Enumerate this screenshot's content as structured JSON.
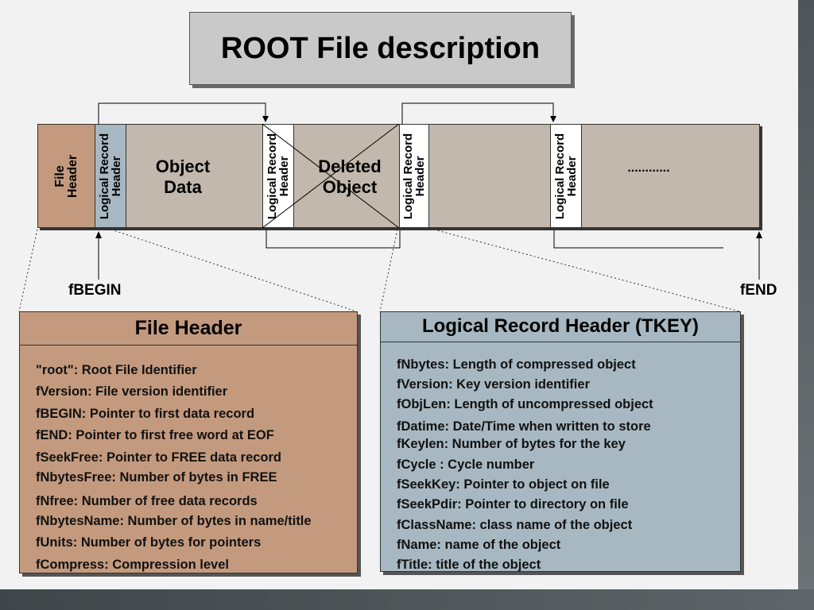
{
  "title": "ROOT File description",
  "segments": {
    "file_header": {
      "line1": "File",
      "line2": "Header"
    },
    "lrh_1": {
      "line1": "Logical Record",
      "line2": "Header"
    },
    "object_data": {
      "line1": "Object",
      "line2": "Data"
    },
    "lrh_2": {
      "line1": "Logical Record",
      "line2": "Header"
    },
    "deleted_object": {
      "line1": "Deleted",
      "line2": "Object"
    },
    "lrh_3": {
      "line1": "Logical Record",
      "line2": "Header"
    },
    "lrh_4": {
      "line1": "Logical Record",
      "line2": "Header"
    },
    "ellipsis": "............"
  },
  "pointers": {
    "begin": "fBEGIN",
    "end": "fEND"
  },
  "file_header_panel": {
    "title": "File Header",
    "lines": [
      "\"root\": Root File Identifier",
      "fVersion: File version identifier",
      "fBEGIN: Pointer to first data record",
      "fEND: Pointer to first free word at EOF",
      "fSeekFree: Pointer to FREE data record",
      "fNbytesFree: Number of bytes in FREE",
      "fNfree: Number of free data records",
      "fNbytesName: Number of bytes in name/title",
      "fUnits: Number of bytes for pointers",
      "fCompress: Compression level"
    ]
  },
  "tkey_panel": {
    "title": "Logical Record Header (TKEY)",
    "lines": [
      "fNbytes: Length of compressed object",
      "fVersion: Key version identifier",
      "fObjLen: Length of uncompressed object",
      "fDatime: Date/Time when written to store",
      "fKeylen: Number of bytes for the key",
      "fCycle : Cycle number",
      "fSeekKey: Pointer to object on file",
      "fSeekPdir: Pointer to directory on file",
      "fClassName: class name of the object",
      "fName: name of the object",
      "fTitle: title of the object"
    ]
  },
  "colors": {
    "file_header": "#c49a7e",
    "lrh_blue": "#a7b8c2",
    "lrh_white": "#ffffff",
    "data": "#c2b8ad",
    "title_box": "#c9c9c9",
    "background": "#f2f2f2"
  }
}
